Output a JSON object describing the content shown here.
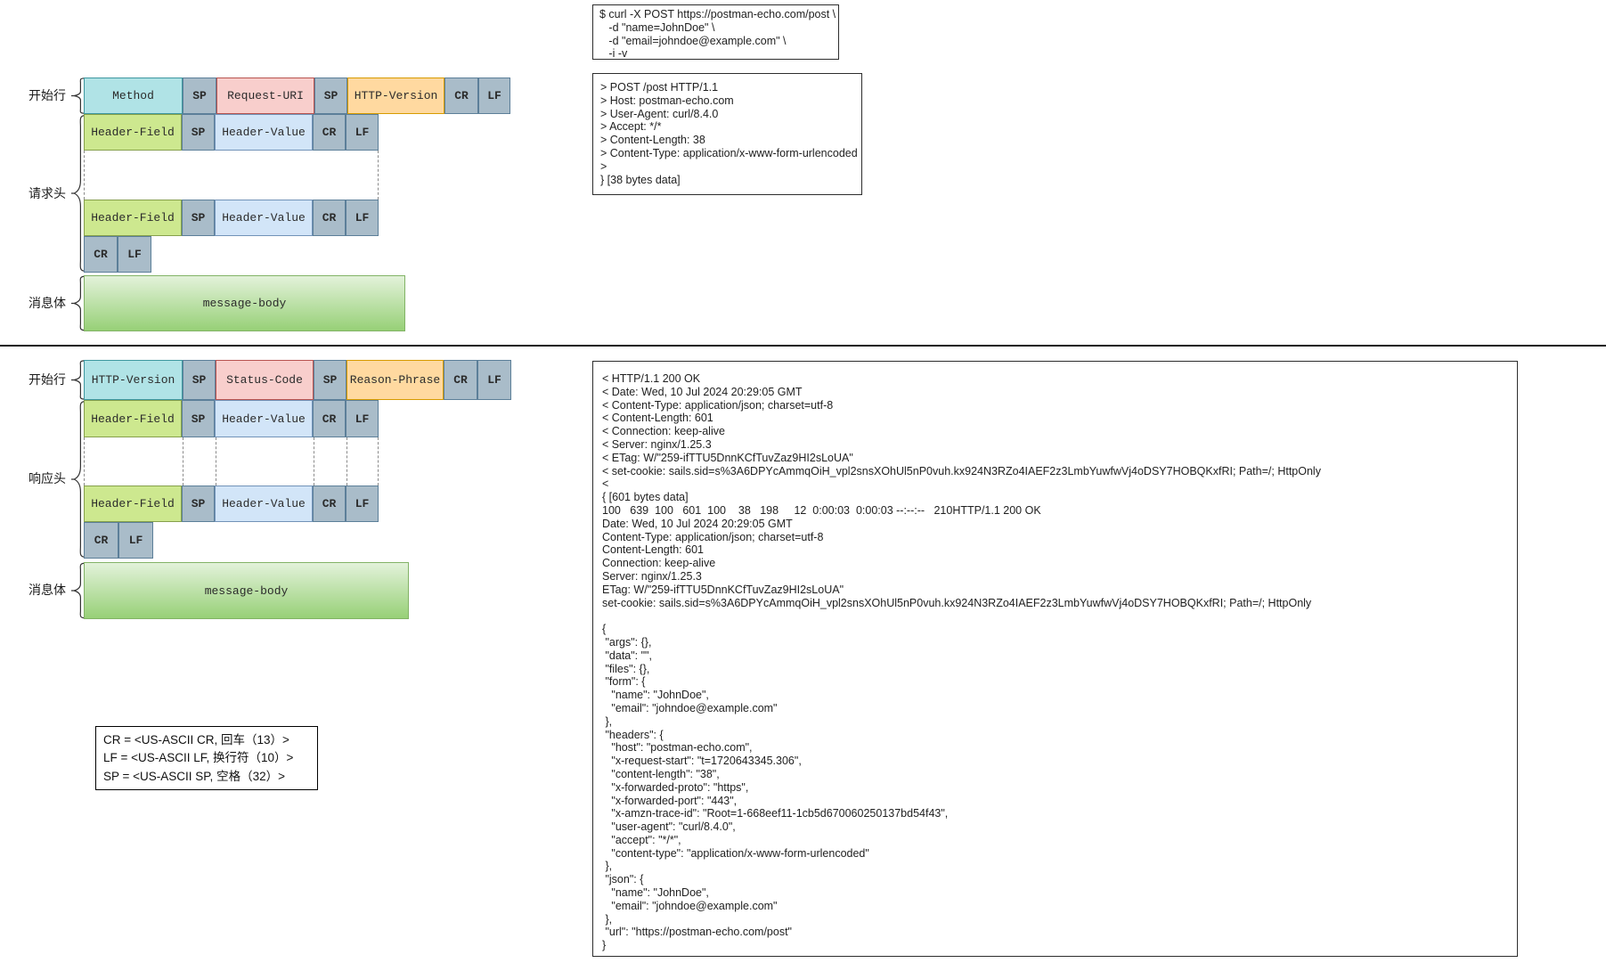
{
  "diagram_request": {
    "section_labels": {
      "start_line": "开始行",
      "headers": "请求头",
      "body": "消息体"
    },
    "start_line_cells": [
      "Method",
      "SP",
      "Request-URI",
      "SP",
      "HTTP-Version",
      "CR",
      "LF"
    ],
    "header_line_cells": [
      "Header-Field",
      "SP",
      "Header-Value",
      "CR",
      "LF"
    ],
    "terminator_cells": [
      "CR",
      "LF"
    ],
    "message_body": "message-body"
  },
  "diagram_response": {
    "section_labels": {
      "start_line": "开始行",
      "headers": "响应头",
      "body": "消息体"
    },
    "start_line_cells": [
      "HTTP-Version",
      "SP",
      "Status-Code",
      "SP",
      "Reason-Phrase",
      "CR",
      "LF"
    ],
    "header_line_cells": [
      "Header-Field",
      "SP",
      "Header-Value",
      "CR",
      "LF"
    ],
    "terminator_cells": [
      "CR",
      "LF"
    ],
    "message_body": "message-body"
  },
  "legend": {
    "lines": [
      "CR = <US-ASCII CR, 回车（13）>",
      "LF = <US-ASCII LF, 换行符（10）>",
      "SP = <US-ASCII SP, 空格（32）>"
    ]
  },
  "terminal": {
    "curl_command": {
      "lines": [
        "$ curl -X POST https://postman-echo.com/post \\",
        "   -d \"name=JohnDoe\" \\",
        "   -d \"email=johndoe@example.com\" \\",
        "   -i -v"
      ]
    },
    "request_verbose": {
      "lines": [
        "> POST /post HTTP/1.1",
        "> Host: postman-echo.com",
        "> User-Agent: curl/8.4.0",
        "> Accept: */*",
        "> Content-Length: 38",
        "> Content-Type: application/x-www-form-urlencoded",
        ">",
        "} [38 bytes data]"
      ]
    },
    "response_verbose": {
      "lines": [
        "< HTTP/1.1 200 OK",
        "< Date: Wed, 10 Jul 2024 20:29:05 GMT",
        "< Content-Type: application/json; charset=utf-8",
        "< Content-Length: 601",
        "< Connection: keep-alive",
        "< Server: nginx/1.25.3",
        "< ETag: W/\"259-ifTTU5DnnKCfTuvZaz9HI2sLoUA\"",
        "< set-cookie: sails.sid=s%3A6DPYcAmmqOiH_vpl2snsXOhUl5nP0vuh.kx924N3RZo4IAEF2z3LmbYuwfwVj4oDSY7HOBQKxfRI; Path=/; HttpOnly",
        "<",
        "{ [601 bytes data]",
        "100   639  100   601  100    38   198     12  0:00:03  0:00:03 --:--:--   210HTTP/1.1 200 OK",
        "Date: Wed, 10 Jul 2024 20:29:05 GMT",
        "Content-Type: application/json; charset=utf-8",
        "Content-Length: 601",
        "Connection: keep-alive",
        "Server: nginx/1.25.3",
        "ETag: W/\"259-ifTTU5DnnKCfTuvZaz9HI2sLoUA\"",
        "set-cookie: sails.sid=s%3A6DPYcAmmqOiH_vpl2snsXOhUl5nP0vuh.kx924N3RZo4IAEF2z3LmbYuwfwVj4oDSY7HOBQKxfRI; Path=/; HttpOnly",
        "",
        "{",
        " \"args\": {},",
        " \"data\": \"\",",
        " \"files\": {},",
        " \"form\": {",
        "   \"name\": \"JohnDoe\",",
        "   \"email\": \"johndoe@example.com\"",
        " },",
        " \"headers\": {",
        "   \"host\": \"postman-echo.com\",",
        "   \"x-request-start\": \"t=1720643345.306\",",
        "   \"content-length\": \"38\",",
        "   \"x-forwarded-proto\": \"https\",",
        "   \"x-forwarded-port\": \"443\",",
        "   \"x-amzn-trace-id\": \"Root=1-668eef11-1cb5d670060250137bd54f43\",",
        "   \"user-agent\": \"curl/8.4.0\",",
        "   \"accept\": \"*/*\",",
        "   \"content-type\": \"application/x-www-form-urlencoded\"",
        " },",
        " \"json\": {",
        "   \"name\": \"JohnDoe\",",
        "   \"email\": \"johndoe@example.com\"",
        " },",
        " \"url\": \"https://postman-echo.com/post\"",
        "}"
      ]
    }
  },
  "colors": {
    "method_fill": "#b0e3e6",
    "separator_fill": "#a9bcc9",
    "uri_fill": "#f8cecc",
    "version_fill": "#ffd9a0",
    "header_field_fill": "#cde88f",
    "header_value_fill": "#d2e5f8",
    "body_fill_top": "#e3f2da",
    "body_fill_bottom": "#97d077"
  }
}
